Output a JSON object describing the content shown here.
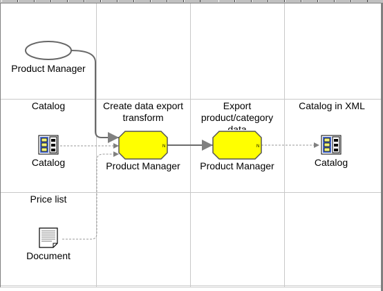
{
  "lanes": {
    "col1_header": "Catalog",
    "col2_header": "Create data export transform",
    "col3_header_line1": "Export",
    "col3_header_line2": "product/category",
    "col3_header_line3": "data",
    "col4_header": "Catalog in XML",
    "row3_header": "Price list"
  },
  "nodes": {
    "role": {
      "label": "Product Manager",
      "icon": "ellipse-role-icon"
    },
    "catalog_input": {
      "label": "Catalog",
      "icon": "catalog-data-icon"
    },
    "create_transform": {
      "label": "Product Manager",
      "icon": "function-octagon-icon",
      "marker": "N"
    },
    "export_data": {
      "label": "Product Manager",
      "icon": "function-octagon-icon",
      "marker": "N"
    },
    "catalog_output": {
      "label": "Catalog",
      "icon": "catalog-data-icon"
    },
    "document": {
      "label": "Document",
      "icon": "document-icon"
    }
  },
  "colors": {
    "function_fill": "#ffff00",
    "stroke": "#444444",
    "grid": "#c8c8c8",
    "flow_line": "#666666",
    "data_line": "#999999"
  }
}
